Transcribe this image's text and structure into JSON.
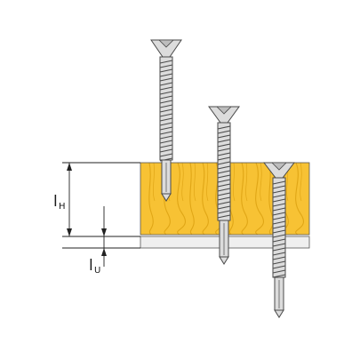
{
  "labels": {
    "lh_main": "l",
    "lh_sub": "H",
    "lu_main": "l",
    "lu_sub": "U"
  },
  "colors": {
    "wood": "#f7c234",
    "wood_grain": "#e0a616",
    "plate": "#efefef",
    "screw_fill": "#dcdcdc",
    "screw_stroke": "#4a4a4a",
    "line": "#222222"
  },
  "icons": {
    "screw_1": "drill-screw-icon",
    "screw_2": "drill-screw-icon",
    "screw_3": "drill-screw-icon"
  }
}
